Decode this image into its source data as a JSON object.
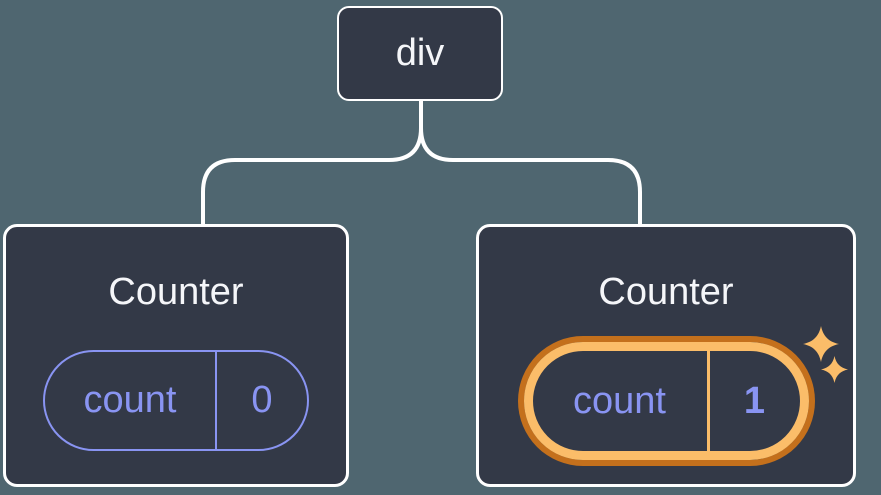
{
  "tree": {
    "root": {
      "label": "div"
    },
    "children": [
      {
        "title": "Counter",
        "state": {
          "key": "count",
          "value": "0"
        },
        "highlighted": false
      },
      {
        "title": "Counter",
        "state": {
          "key": "count",
          "value": "1"
        },
        "highlighted": true
      }
    ]
  },
  "icons": {
    "sparkle_large": "✦",
    "sparkle_small": "✦"
  },
  "colors": {
    "background": "#4F6670",
    "node_fill": "#333947",
    "node_border": "#FFFFFF",
    "text_primary": "#F5F6F9",
    "state_accent_purple": "#8994F2",
    "highlight_gold": "#FBBD69",
    "highlight_orange_dark": "#C4701C",
    "connector": "#FFFFFF"
  }
}
